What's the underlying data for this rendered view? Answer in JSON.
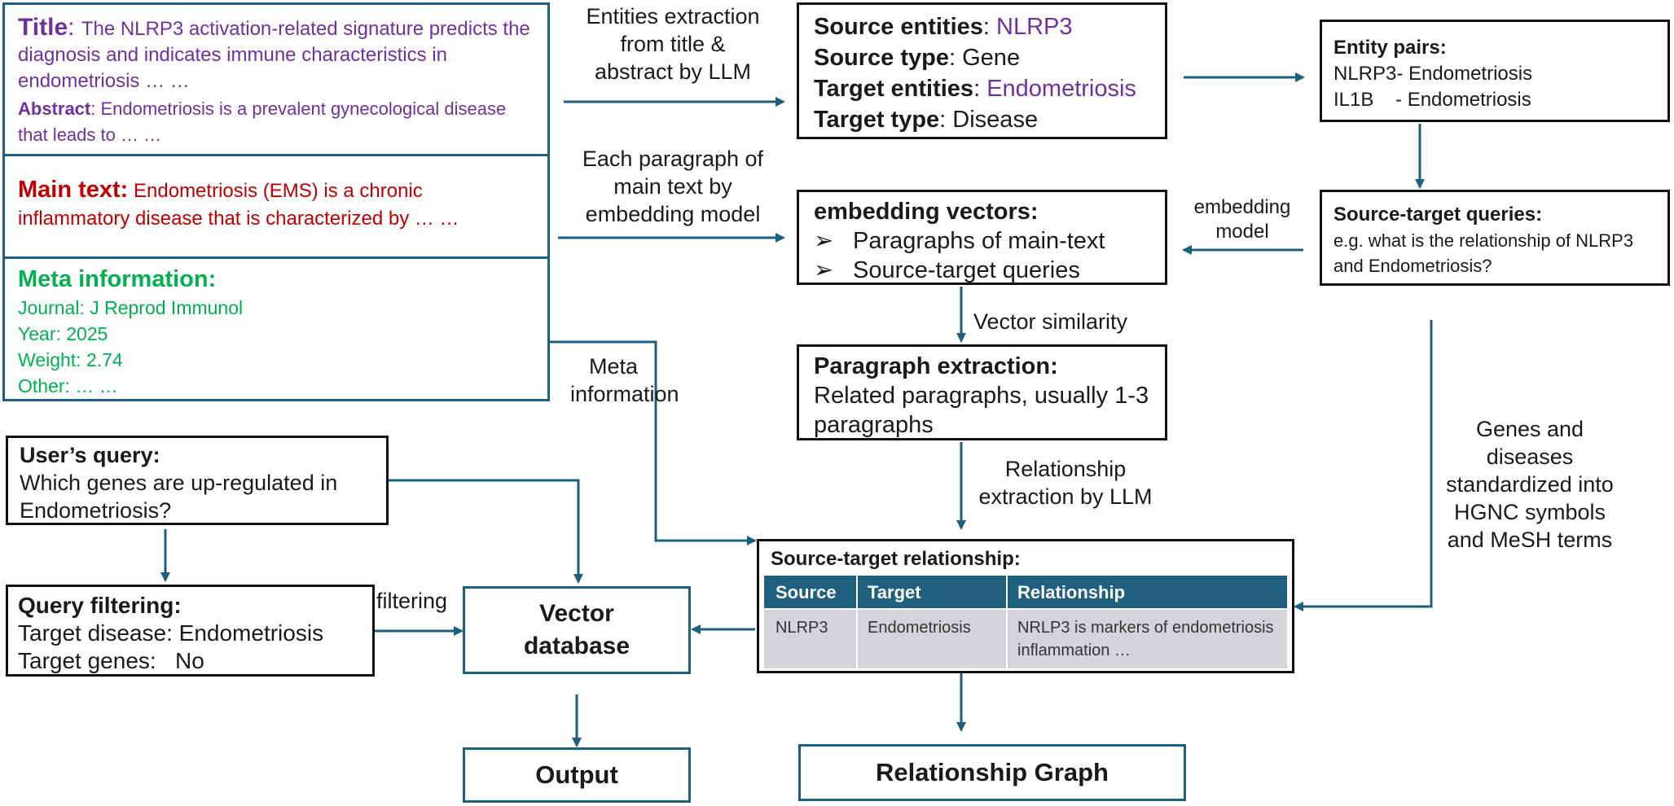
{
  "paper_box": {
    "title_label": "Title",
    "title_text": "The NLRP3 activation-related signature predicts the diagnosis and indicates immune characteristics in endometriosis … …",
    "abstract_label": "Abstract",
    "abstract_text": "Endometriosis  is a prevalent gynecological disease that leads to … …",
    "main_label": "Main text:",
    "main_text": "Endometriosis (EMS) is a chronic inflammatory disease that is characterized by … …",
    "meta_label": "Meta information:",
    "meta_lines": [
      "Journal: J Reprod Immunol",
      "Year: 2025",
      "Weight: 2.74",
      "Other: … …"
    ]
  },
  "entities_box": {
    "source_entities_label": "Source entities",
    "source_entities_value": "NLRP3",
    "source_type_label": "Source type",
    "source_type_value": "Gene",
    "target_entities_label": "Target entities",
    "target_entities_value": "Endometriosis",
    "target_type_label": "Target type",
    "target_type_value": "Disease"
  },
  "pairs_box": {
    "title": "Entity pairs:",
    "lines": [
      "NLRP3- Endometriosis",
      "IL1B    - Endometriosis"
    ]
  },
  "queries_box": {
    "title": "Source-target queries:",
    "text": "e.g. what is the relationship of NLRP3 and Endometriosis?"
  },
  "embedding_box": {
    "title": "embedding vectors:",
    "items": [
      "Paragraphs of main-text",
      "Source-target queries"
    ]
  },
  "paragraph_box": {
    "title": "Paragraph extraction:",
    "text": "Related paragraphs, usually 1-3 paragraphs"
  },
  "relationship_box": {
    "title": "Source-target relationship:",
    "headers": [
      "Source",
      "Target",
      "Relationship"
    ],
    "row": [
      "NLRP3",
      "Endometriosis",
      "NRLP3 is markers of endometriosis inflammation …"
    ]
  },
  "user_query_box": {
    "title": "User’s query:",
    "text": "Which genes are up-regulated in Endometriosis?"
  },
  "query_filter_box": {
    "title": "Query filtering:",
    "lines": [
      "Target disease: Endometriosis",
      "Target genes:   No"
    ]
  },
  "vector_db": {
    "label": "Vector database"
  },
  "output_box": {
    "label": "Output"
  },
  "graph_box": {
    "label": "Relationship Graph"
  },
  "arrow_labels": {
    "entities_extraction": "Entities extraction from title & abstract by LLM",
    "each_paragraph": "Each paragraph of main text by embedding model",
    "embedding_model": "embedding model",
    "vector_similarity": "Vector similarity",
    "meta_information": "Meta information",
    "relationship_extraction": "Relationship extraction by LLM",
    "standardized": "Genes and diseases standardized into HGNC symbols and MeSH terms",
    "filtering": "filtering"
  },
  "colors": {
    "purple": "#7030a0",
    "red": "#c00000",
    "green": "#00b050",
    "arrow_blue": "#1d5f7e",
    "table_header": "#1f5f7f",
    "table_row": "#d3d5d9"
  }
}
